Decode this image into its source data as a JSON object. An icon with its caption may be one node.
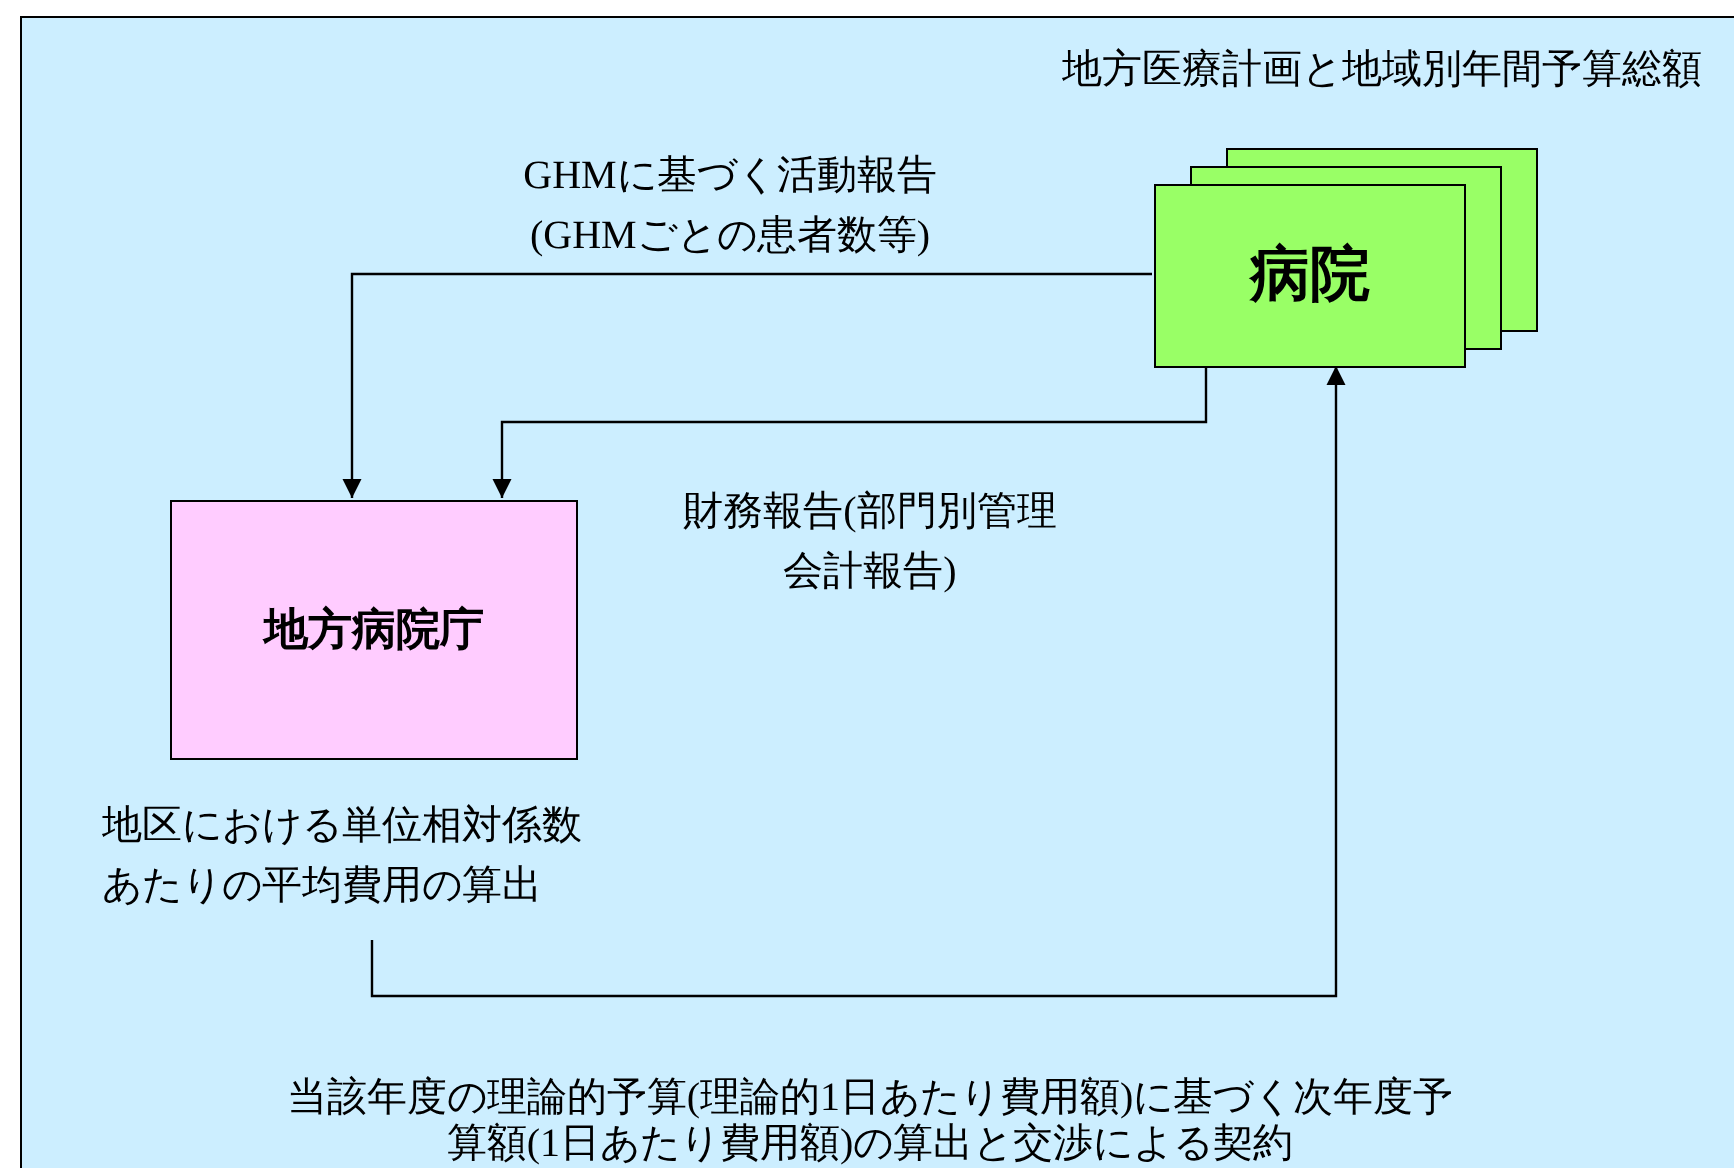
{
  "diagram": {
    "nodes": [
      {
        "text": [
          "地方医療計画と地域別年間予算総額"
        ]
      },
      {
        "text": [
          "病院"
        ],
        "in": 0
      },
      {
        "text": [
          "地方病院庁"
        ],
        "in": 0
      },
      {
        "text": [
          "地区における単位相対係数あたりの平均費用の算出"
        ],
        "in": 0
      }
    ],
    "edges": [
      {
        "from": 1,
        "to": 2,
        "arrow": "to",
        "label": "GHMに基づく活動報告(GHMごとの患者数等)"
      },
      {
        "from": 1,
        "to": 2,
        "arrow": "to",
        "label": "財務報告(部門別管理会計報告)"
      },
      {
        "from": 3,
        "to": 1,
        "arrow": "to",
        "label": "当該年度の理論的予算(理論的1日あたり費用額)に基づく次年度予算額(1日あたり費用額)の算出と交渉による契約"
      }
    ]
  }
}
